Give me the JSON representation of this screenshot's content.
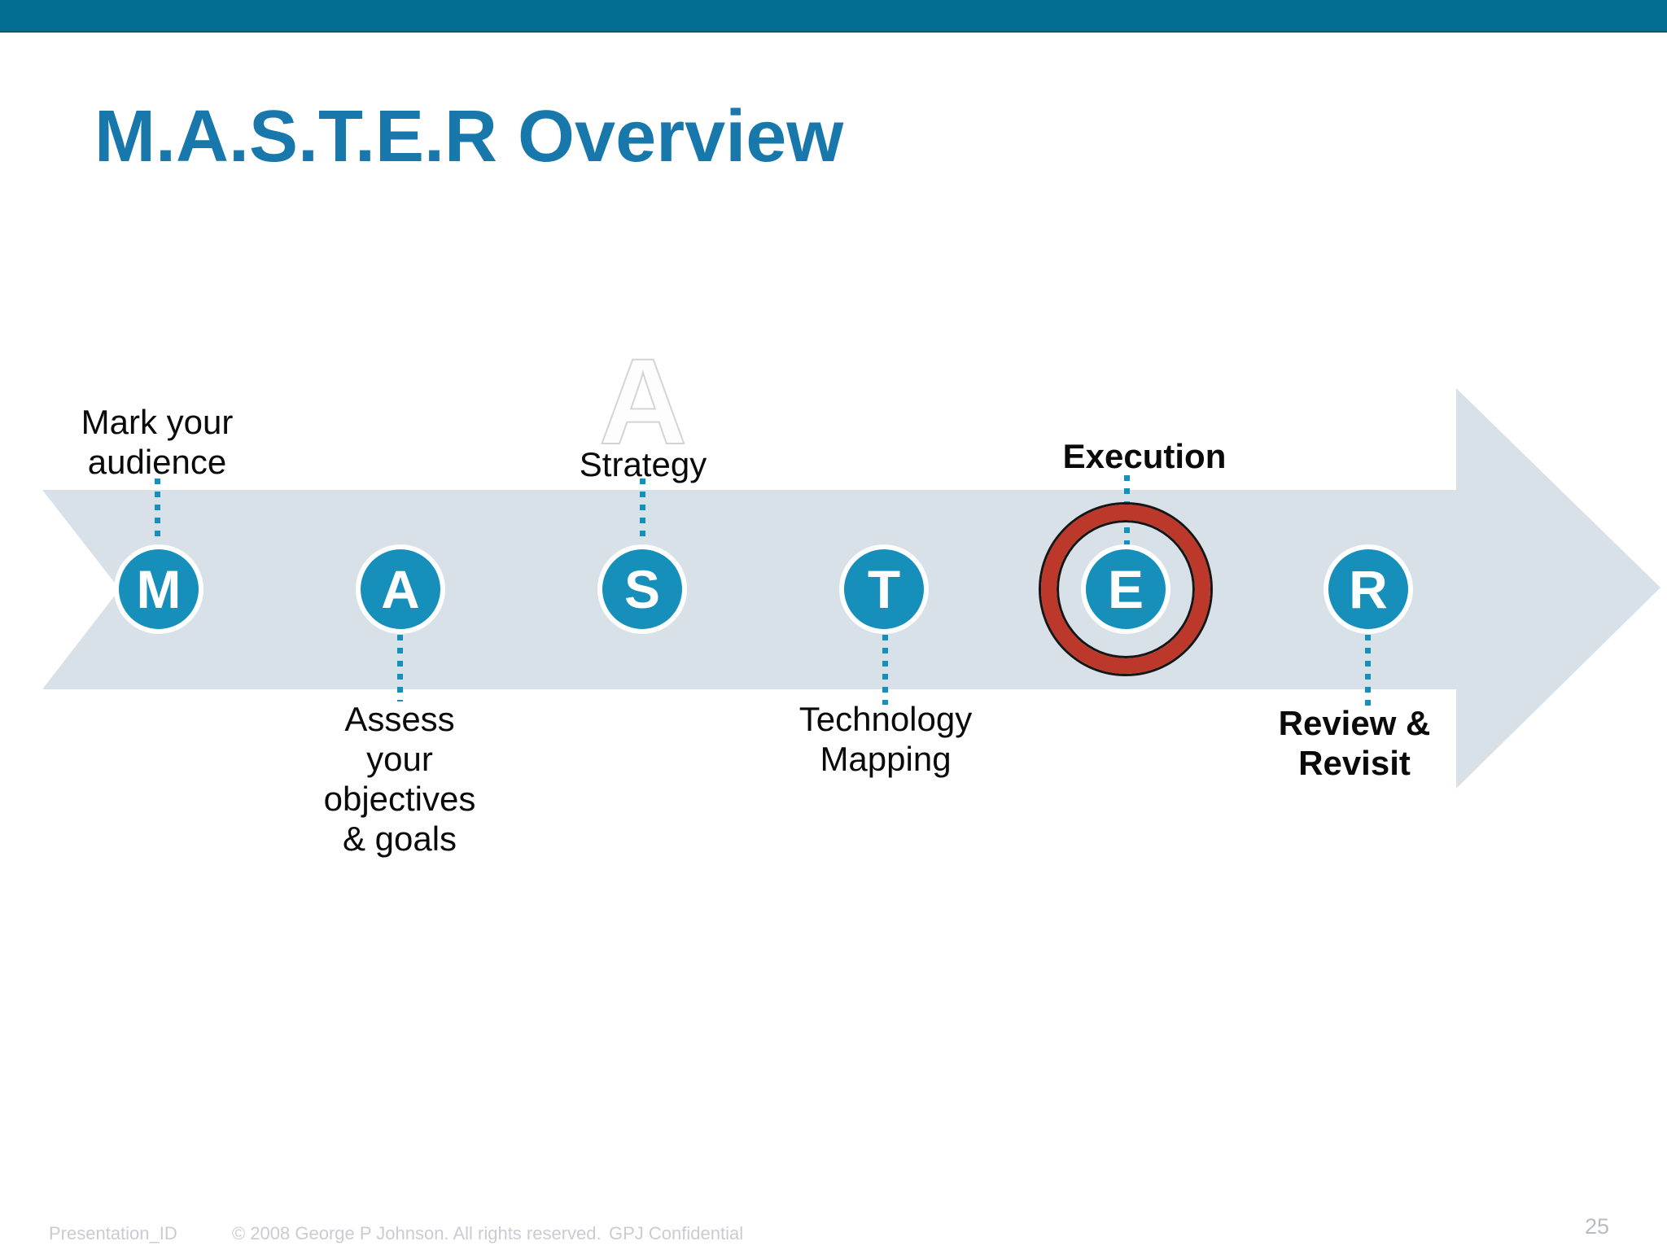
{
  "slide": {
    "title": "M.A.S.T.E.R Overview",
    "watermark_letter": "A",
    "steps": [
      {
        "letter": "M",
        "label": "Mark your\naudience",
        "label_position": "above",
        "bold": false,
        "highlighted": false
      },
      {
        "letter": "A",
        "label": "Assess\nyour\nobjectives\n& goals",
        "label_position": "below",
        "bold": false,
        "highlighted": false
      },
      {
        "letter": "S",
        "label": "Strategy",
        "label_position": "above",
        "bold": false,
        "highlighted": false
      },
      {
        "letter": "T",
        "label": "Technology\nMapping",
        "label_position": "below",
        "bold": false,
        "highlighted": false
      },
      {
        "letter": "E",
        "label": "Execution",
        "label_position": "above",
        "bold": true,
        "highlighted": true
      },
      {
        "letter": "R",
        "label": "Review &\nRevisit",
        "label_position": "below",
        "bold": true,
        "highlighted": false
      }
    ],
    "footer": {
      "presentation_id": "Presentation_ID",
      "copyright": "© 2008 George P Johnson. All rights reserved.",
      "confidential": "GPJ Confidential",
      "page_number": "25"
    },
    "colors": {
      "top_bar": "#046E92",
      "title_blue": "#1878AC",
      "circle_teal": "#168FBB",
      "arrow_gray": "#D9E1E8",
      "highlight_red": "#BC382A",
      "dotted_line": "#168FBB",
      "label_text": "#0A0A0A",
      "footer_text": "#CACCD2"
    }
  }
}
